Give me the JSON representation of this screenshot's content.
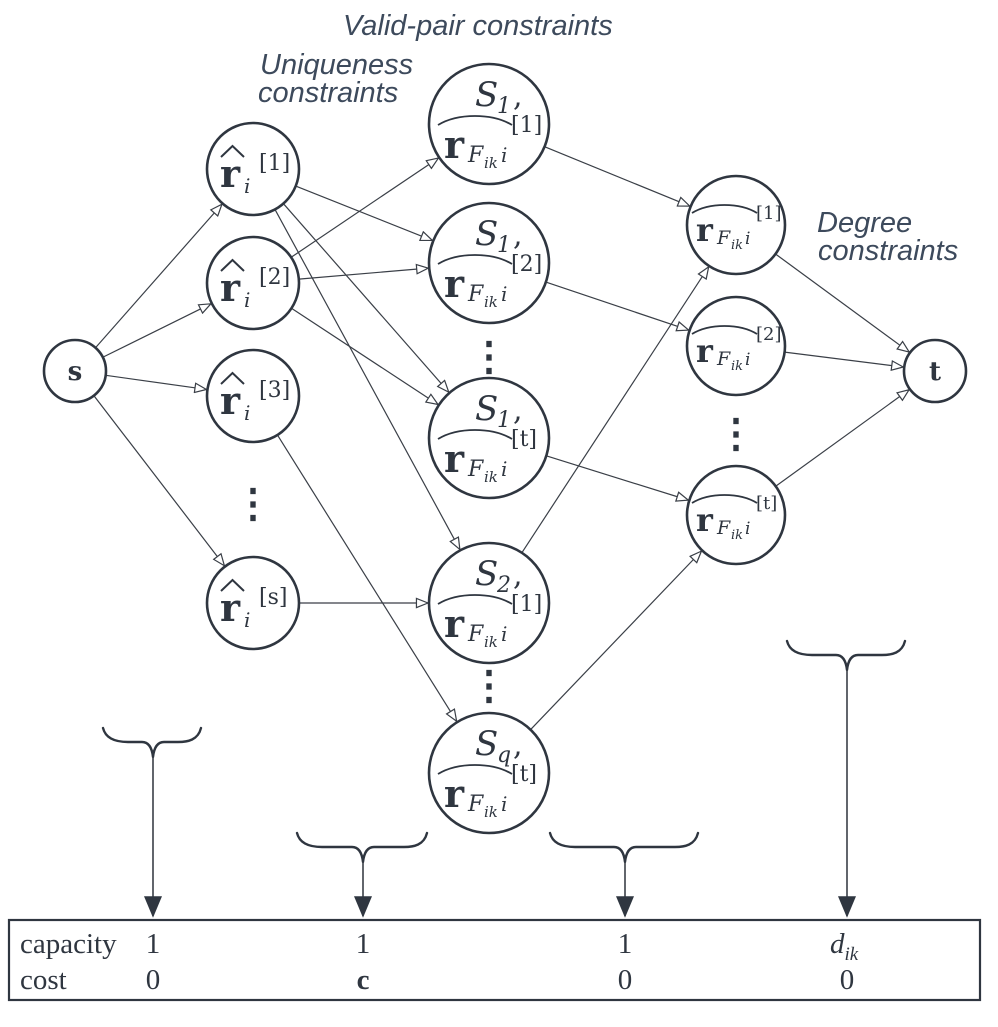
{
  "labels": {
    "valid_pair": "Valid-pair constraints",
    "uniqueness_line1": "Uniqueness",
    "uniqueness_line2": "constraints",
    "degree_line1": "Degree",
    "degree_line2": "constraints"
  },
  "nodes": {
    "source": "s",
    "sink": "t",
    "left_base": "r",
    "left_sub": "i",
    "left_indices": [
      "[1]",
      "[2]",
      "[3]",
      "[s]"
    ],
    "mid_s_base": "S",
    "mid_s_subs": [
      "1",
      "1",
      "1",
      "2",
      "q"
    ],
    "mid_comma": ",",
    "mid_r_indices": [
      "[1]",
      "[2]",
      "[t]",
      "[1]",
      "[t]"
    ],
    "right_r_indices": [
      "[1]",
      "[2]",
      "[t]"
    ],
    "f_base": "F",
    "f_sub": "ik",
    "f_tail": "i",
    "ellipsis": "⋮"
  },
  "table": {
    "row_labels": [
      "capacity",
      "cost"
    ],
    "capacity": [
      "1",
      "1",
      "1",
      "d"
    ],
    "capacity_sub": "ik",
    "cost": [
      "0",
      "c",
      "0",
      "0"
    ]
  },
  "colors": {
    "stroke": "#2f3640",
    "label": "#3d4a5c"
  }
}
